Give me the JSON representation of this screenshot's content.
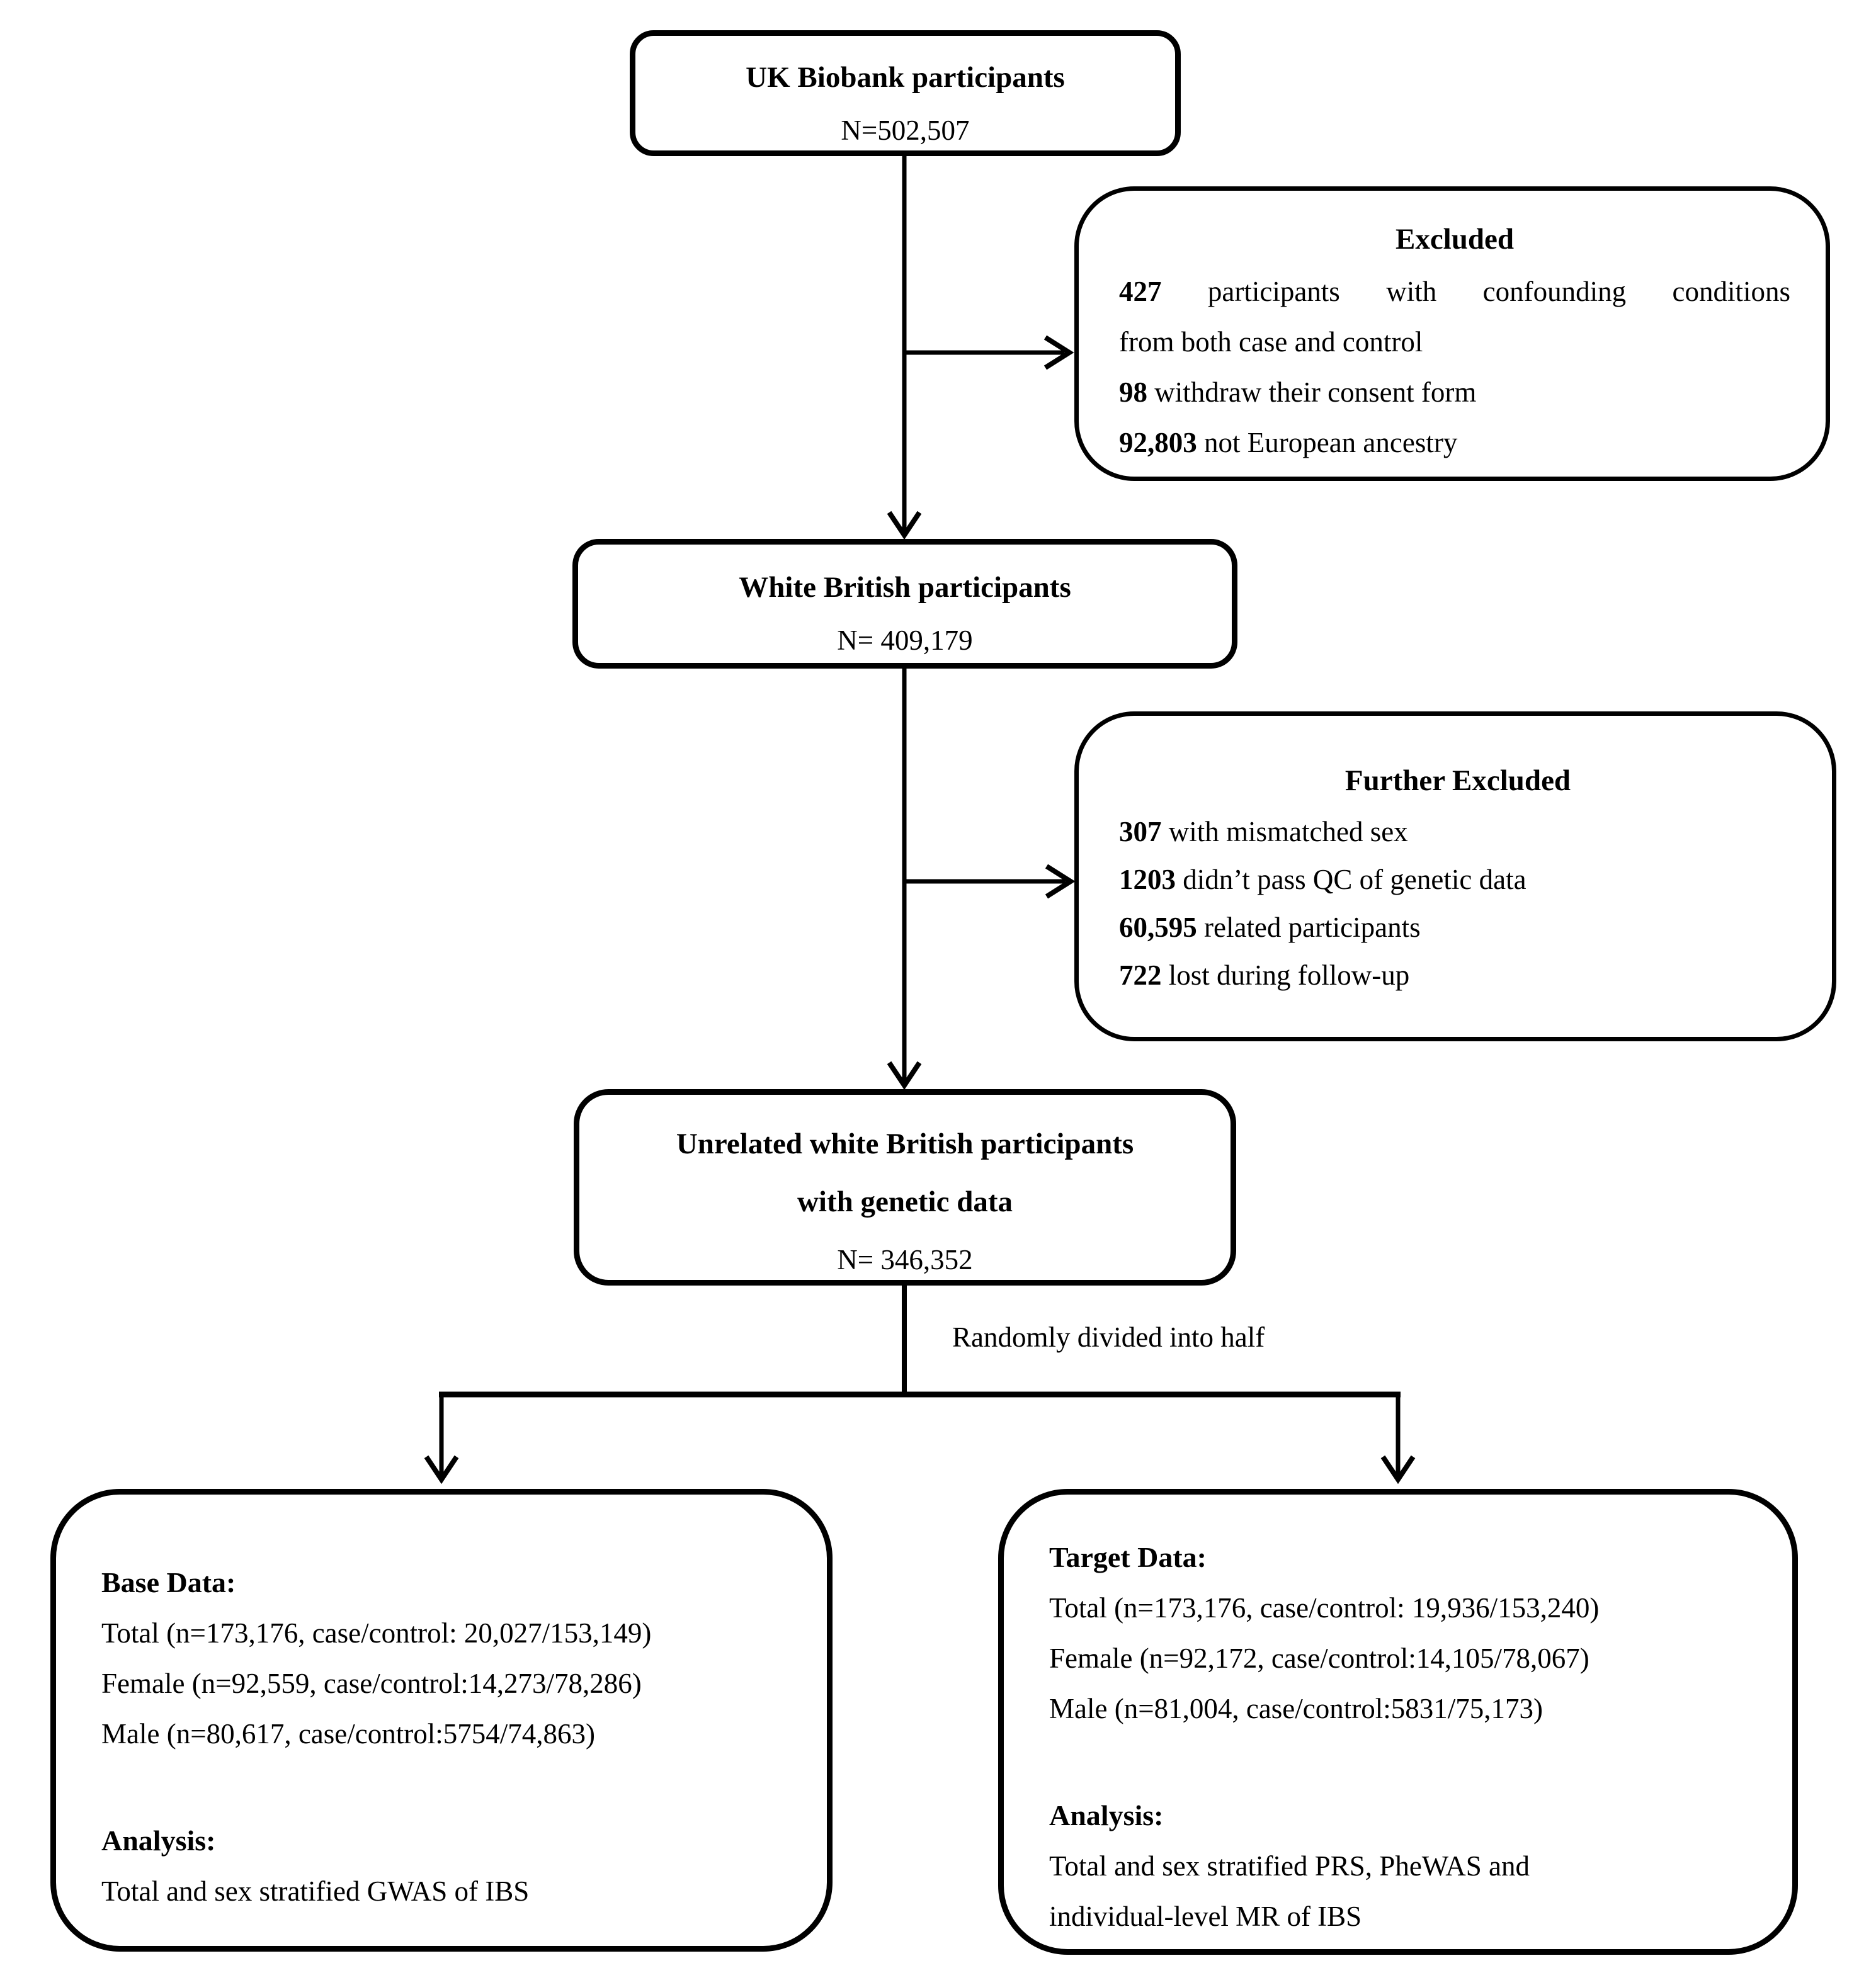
{
  "diagram": {
    "uk": {
      "title": "UK Biobank participants",
      "n": "N=502,507"
    },
    "excluded": {
      "title": "Excluded",
      "item1": {
        "count": "427",
        "w1": "participants",
        "w2": "with",
        "w3": "confounding",
        "w4": "conditions",
        "line2": "from both case and control"
      },
      "item2": {
        "count": "98",
        "rest": " withdraw their consent form"
      },
      "item3": {
        "count": "92,803",
        "rest": " not European ancestry"
      }
    },
    "white_british": {
      "title": "White British participants",
      "n": "N= 409,179"
    },
    "further_excluded": {
      "title": "Further Excluded",
      "item1": {
        "count": "307",
        "rest": " with mismatched sex"
      },
      "item2": {
        "count": "1203",
        "rest": " didn’t pass QC of genetic data"
      },
      "item3": {
        "count": "60,595",
        "rest": " related participants"
      },
      "item4": {
        "count": "722",
        "rest": " lost during follow-up"
      }
    },
    "unrelated": {
      "title1": "Unrelated white British participants",
      "title2": "with genetic data",
      "n": "N= 346,352"
    },
    "split_label": "Randomly divided into half",
    "base": {
      "title": "Base Data:",
      "line1": "Total (n=173,176, case/control: 20,027/153,149)",
      "line2": "Female (n=92,559, case/control:14,273/78,286)",
      "line3": "Male (n=80,617, case/control:5754/74,863)",
      "analysis_title": "Analysis:",
      "analysis1": "Total and sex stratified GWAS of IBS"
    },
    "target": {
      "title": "Target Data:",
      "line1": "Total (n=173,176, case/control: 19,936/153,240)",
      "line2": "Female (n=92,172, case/control:14,105/78,067)",
      "line3": "Male (n=81,004, case/control:5831/75,173)",
      "analysis_title": "Analysis:",
      "analysis1": "Total and sex stratified PRS, PheWAS and",
      "analysis2": "individual-level MR of IBS"
    },
    "colors": {
      "line": "#000000",
      "background": "#ffffff"
    }
  }
}
